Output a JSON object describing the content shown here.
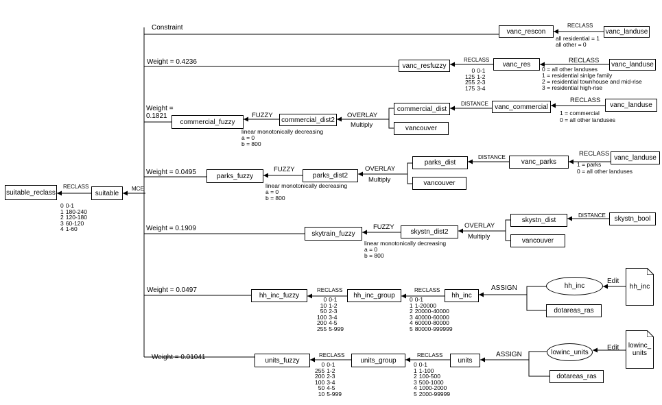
{
  "nodes": {
    "suitable_reclass": "suitable_reclass",
    "suitable": "suitable",
    "vanc_rescon": "vanc_rescon",
    "vanc_landuse_1": "vanc_landuse",
    "vanc_resfuzzy": "vanc_resfuzzy",
    "vanc_res": "vanc_res",
    "vanc_landuse_2": "vanc_landuse",
    "commercial_fuzzy": "commercial_fuzzy",
    "commercial_dist2": "commercial_dist2",
    "commercial_dist": "commercial_dist",
    "vancouver_1": "vancouver",
    "vanc_commercial": "vanc_commercial",
    "vanc_landuse_3": "vanc_landuse",
    "parks_fuzzy": "parks_fuzzy",
    "parks_dist2": "parks_dist2",
    "parks_dist": "parks_dist",
    "vancouver_2": "vancouver",
    "vanc_parks": "vanc_parks",
    "vanc_landuse_4": "vanc_landuse",
    "skytrain_fuzzy": "skytrain_fuzzy",
    "skystn_dist2": "skystn_dist2",
    "skystn_dist": "skystn_dist",
    "vancouver_3": "vancouver",
    "skystn_bool": "skystn_bool",
    "hh_inc_fuzzy": "hh_inc_fuzzy",
    "hh_inc_group": "hh_inc_group",
    "hh_inc": "hh_inc",
    "hh_inc_ellipse": "hh_inc",
    "dotareas_ras_1": "dotareas_ras",
    "hh_inc_doc": "hh_inc",
    "units_fuzzy": "units_fuzzy",
    "units_group": "units_group",
    "units": "units",
    "lowinc_units_ellipse": "lowinc_units",
    "dotareas_ras_2": "dotareas_ras",
    "lowinc_units_doc": "lowinc_\nunits"
  },
  "operations": {
    "reclass": "RECLASS",
    "mce": "MCE",
    "fuzzy": "FUZZY",
    "overlay": "OVERLAY",
    "multiply": "Multiply",
    "distance": "DISTANCE",
    "assign": "ASSIGN",
    "edit": "Edit"
  },
  "weights": {
    "constraint": "Constraint",
    "residential": "Weight = 0.4236",
    "commercial_line1": "Weight =",
    "commercial_line2": "0.1821",
    "parks": "Weight = 0.0495",
    "skytrain": "Weight = 0.1909",
    "hh_inc": "Weight = 0.0497",
    "units": "Weight = 0.01041"
  },
  "notes": {
    "rescon": [
      "all residential = 1",
      "all other = 0"
    ],
    "res_landuse": [
      "0 = all other landuses",
      "1 = residential sinlge family",
      "2 = residential townhouse and mid-rise",
      "3 = residential high-rise"
    ],
    "commercial_landuse": [
      "1 = commercial",
      "0 = all other landuses"
    ],
    "parks_landuse": [
      "1 = parks",
      "0 = all other landuses"
    ],
    "fuzzy_commercial": [
      "linear monotonically decreasing",
      "a = 0",
      "b = 800"
    ],
    "fuzzy_parks": [
      "linear monotonically decreasing",
      "a = 0",
      "b = 800"
    ],
    "fuzzy_skytrain": [
      "linear monotonically decreasing",
      "a = 0",
      "b = 800"
    ]
  },
  "tables": {
    "suitable": [
      [
        "0",
        "0-1"
      ],
      [
        "1",
        "180-240"
      ],
      [
        "2",
        "120-180"
      ],
      [
        "3",
        "60-120"
      ],
      [
        "4",
        "1-60"
      ]
    ],
    "vanc_res": [
      [
        "0",
        "0-1"
      ],
      [
        "125",
        "1-2"
      ],
      [
        "255",
        "2-3"
      ],
      [
        "175",
        "3-4"
      ]
    ],
    "hh_inc_group": [
      [
        "0",
        "0-1"
      ],
      [
        "10",
        "1-2"
      ],
      [
        "50",
        "2-3"
      ],
      [
        "100",
        "3-4"
      ],
      [
        "200",
        "4-5"
      ],
      [
        "255",
        "5-999"
      ]
    ],
    "hh_inc": [
      [
        "0",
        "0-1"
      ],
      [
        "1",
        "1-20000"
      ],
      [
        "2",
        "20000-40000"
      ],
      [
        "3",
        "40000-60000"
      ],
      [
        "4",
        "60000-80000"
      ],
      [
        "5",
        "80000-999999"
      ]
    ],
    "units_group": [
      [
        "0",
        "0-1"
      ],
      [
        "255",
        "1-2"
      ],
      [
        "200",
        "2-3"
      ],
      [
        "100",
        "3-4"
      ],
      [
        "50",
        "4-5"
      ],
      [
        "10",
        "5-999"
      ]
    ],
    "units": [
      [
        "0",
        "0-1"
      ],
      [
        "1",
        "1-100"
      ],
      [
        "2",
        "100-500"
      ],
      [
        "3",
        "500-1000"
      ],
      [
        "4",
        "1000-2000"
      ],
      [
        "5",
        "2000-99999"
      ]
    ]
  }
}
